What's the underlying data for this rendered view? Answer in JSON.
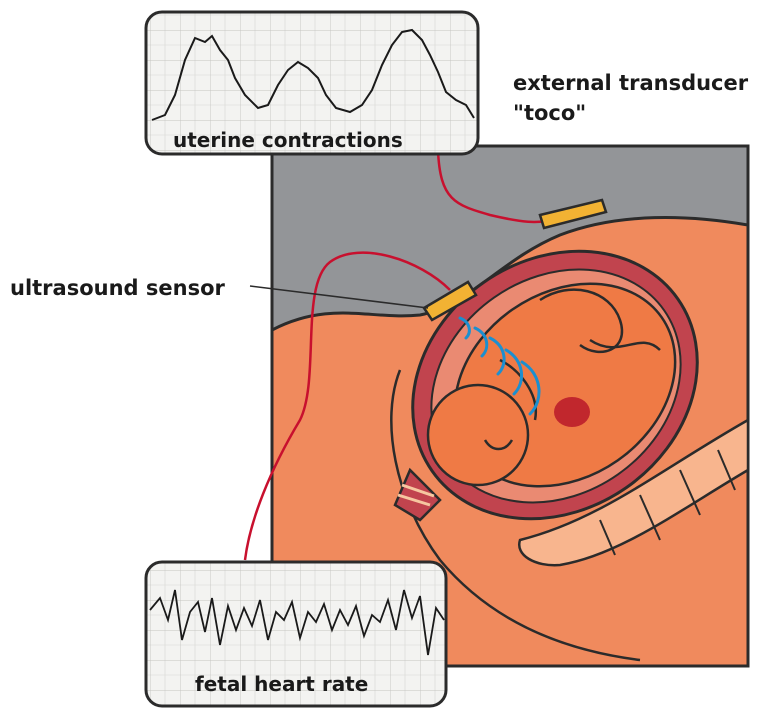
{
  "labels": {
    "external_transducer_line1": "external transducer",
    "external_transducer_line2": "\"toco\"",
    "ultrasound_sensor": "ultrasound sensor",
    "uterine_contractions": "uterine contractions",
    "fetal_heart_rate": "fetal heart rate"
  },
  "colors": {
    "background_panel": "#939598",
    "skin": "#f08a5d",
    "uterus_wall": "#c1444e",
    "fetus": "#ef7a45",
    "cable": "#c8102e",
    "sensor": "#f2b233",
    "ultrasound_waves": "#1c8fd0",
    "spine": "#f8b58e"
  },
  "icons": [
    "uterine-contraction-monitor-icon",
    "fetal-heart-rate-monitor-icon",
    "toco-transducer-icon",
    "ultrasound-sensor-icon",
    "ultrasound-wave-icon",
    "fetus-icon",
    "fetal-heart-icon"
  ]
}
